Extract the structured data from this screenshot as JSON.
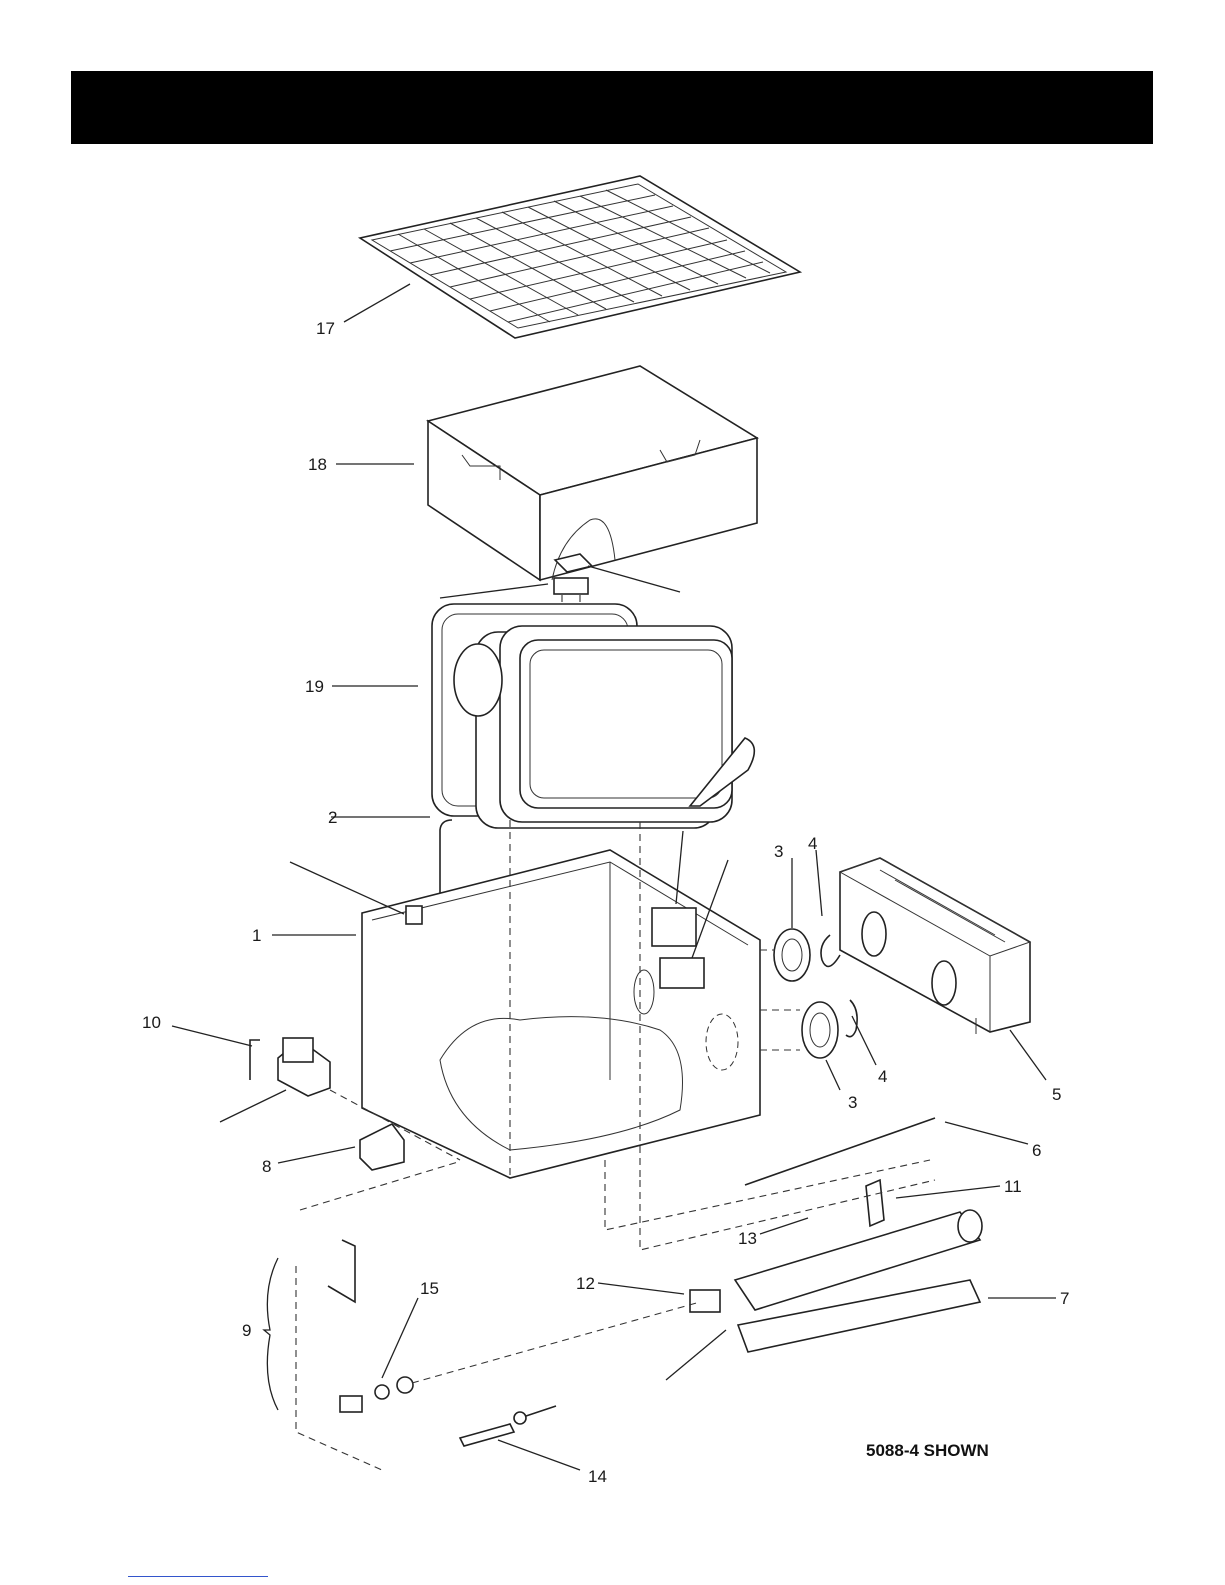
{
  "figure": {
    "caption": "5088-4 SHOWN",
    "callouts": [
      {
        "id": "c17",
        "label": "17"
      },
      {
        "id": "c18",
        "label": "18"
      },
      {
        "id": "c19",
        "label": "19"
      },
      {
        "id": "c2",
        "label": "2"
      },
      {
        "id": "c1",
        "label": "1"
      },
      {
        "id": "c3a",
        "label": "3"
      },
      {
        "id": "c4a",
        "label": "4"
      },
      {
        "id": "c3b",
        "label": "3"
      },
      {
        "id": "c4b",
        "label": "4"
      },
      {
        "id": "c5",
        "label": "5"
      },
      {
        "id": "c10",
        "label": "10"
      },
      {
        "id": "c8",
        "label": "8"
      },
      {
        "id": "c6",
        "label": "6"
      },
      {
        "id": "c11",
        "label": "11"
      },
      {
        "id": "c13",
        "label": "13"
      },
      {
        "id": "c12",
        "label": "12"
      },
      {
        "id": "c7",
        "label": "7"
      },
      {
        "id": "c9",
        "label": "9"
      },
      {
        "id": "c15",
        "label": "15"
      },
      {
        "id": "c14",
        "label": "14"
      }
    ]
  }
}
